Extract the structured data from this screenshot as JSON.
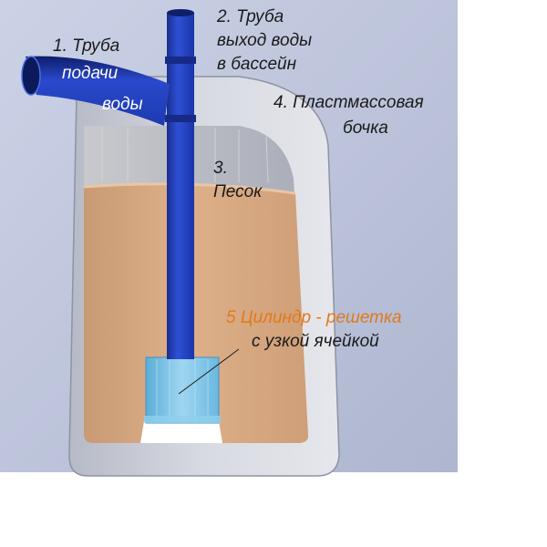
{
  "colors": {
    "background": "#bfc6dd",
    "barrel_wall": "#c9ccd6",
    "sand": "#d4a57e",
    "pipe_blue": "#1f3fb8",
    "mesh_cylinder": "#7ec3e6",
    "label_highlight": "#e07a1a"
  },
  "labels": {
    "inlet_pipe_line1": "1. Труба",
    "inlet_pipe_line2": "подачи",
    "inlet_pipe_line3": "воды",
    "outlet_pipe_line1": "2. Труба",
    "outlet_pipe_line2": "выход воды",
    "outlet_pipe_line3": "в бассейн",
    "barrel_line1": "4. Пластмассовая",
    "barrel_line2": "бочка",
    "sand_line1": "3.",
    "sand_line2": "Песок",
    "cylinder_line1": "5 Цилиндр -  решетка",
    "cylinder_line2": "с узкой   ячейкой"
  }
}
